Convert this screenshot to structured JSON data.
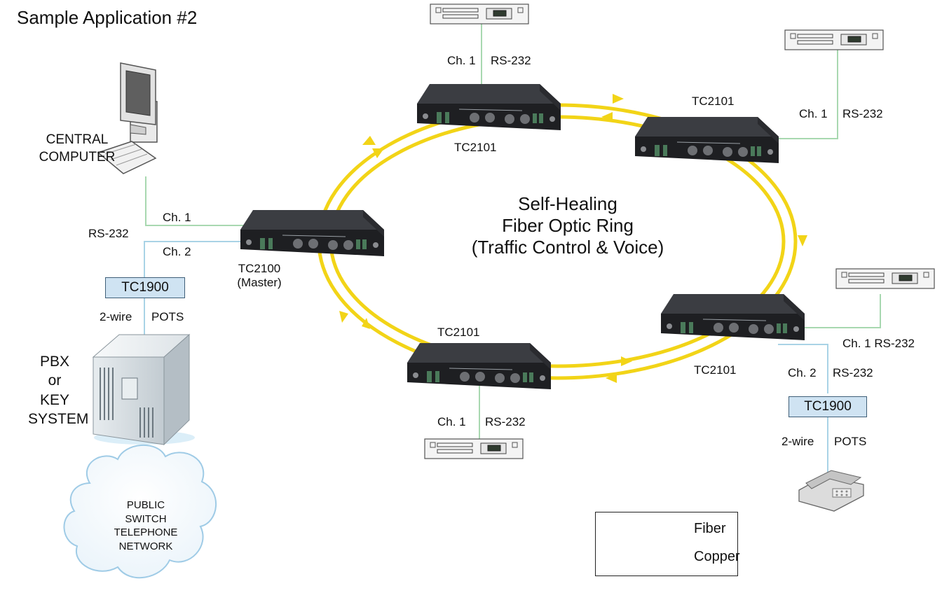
{
  "title": "Sample Application #2",
  "center_label": {
    "line1": "Self-Healing",
    "line2": "Fiber Optic Ring",
    "line3": "(Traffic Control & Voice)"
  },
  "central_computer": {
    "line1": "CENTRAL",
    "line2": "COMPUTER"
  },
  "pbx": {
    "line1": "PBX",
    "line2": "or",
    "line3": "KEY",
    "line4": "SYSTEM"
  },
  "pstn": {
    "line1": "PUBLIC",
    "line2": "SWITCH",
    "line3": "TELEPHONE",
    "line4": "NETWORK"
  },
  "master": {
    "model": "TC2100",
    "role": "(Master)",
    "ch1": "Ch. 1",
    "ch2": "Ch. 2",
    "rs232": "RS-232",
    "converter": "TC1900",
    "two_wire": "2-wire",
    "pots": "POTS"
  },
  "node_top": {
    "model": "TC2101",
    "ch": "Ch. 1",
    "iface": "RS-232"
  },
  "node_top_right": {
    "model": "TC2101",
    "ch": "Ch. 1",
    "iface": "RS-232"
  },
  "node_bottom_right": {
    "model": "TC2101",
    "ch1": "Ch. 1 RS-232",
    "ch2": "Ch. 2",
    "iface": "RS-232",
    "converter": "TC1900",
    "two_wire": "2-wire",
    "pots": "POTS"
  },
  "node_bottom": {
    "model": "TC2101",
    "ch": "Ch. 1",
    "iface": "RS-232"
  },
  "legend": {
    "fiber": "Fiber",
    "copper": "Copper"
  },
  "colors": {
    "fiber": "#f2d417",
    "copper_green": "#a8d8b0",
    "copper_blue": "#a9d3e6",
    "device_dark": "#1e1f22",
    "converter_fill": "#cfe3f2"
  }
}
